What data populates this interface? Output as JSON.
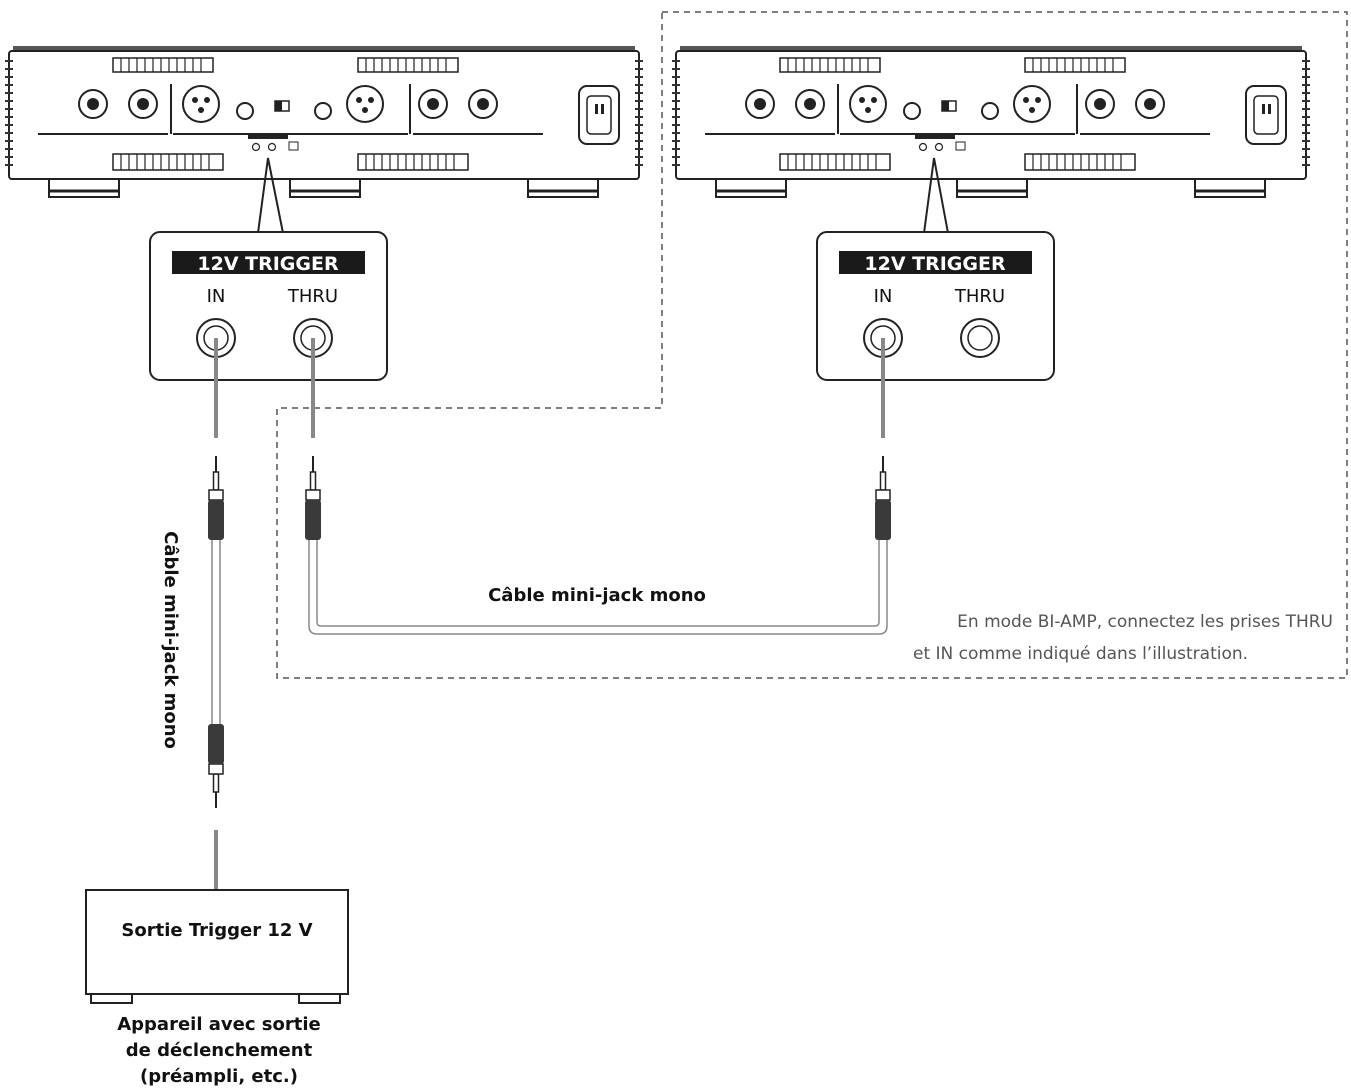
{
  "trigger_panel": {
    "header": "12V TRIGGER",
    "in_label": "IN",
    "thru_label": "THRU"
  },
  "cables": {
    "vertical_label": "Câble mini-jack mono",
    "horizontal_label": "Câble mini-jack mono"
  },
  "bi_amp_note": {
    "line1": "En mode BI-AMP, connectez les prises THRU",
    "line2": "et IN comme indiqué dans l’illustration."
  },
  "source_device": {
    "box_label": "Sortie Trigger 12 V",
    "caption_line1": "Appareil avec sortie",
    "caption_line2": "de déclenchement",
    "caption_line3": "(préampli, etc.)"
  },
  "colors": {
    "line": "#222222",
    "cable": "#888888",
    "plug_dark": "#3a3a3a",
    "header_bg": "#1a1a1a"
  }
}
